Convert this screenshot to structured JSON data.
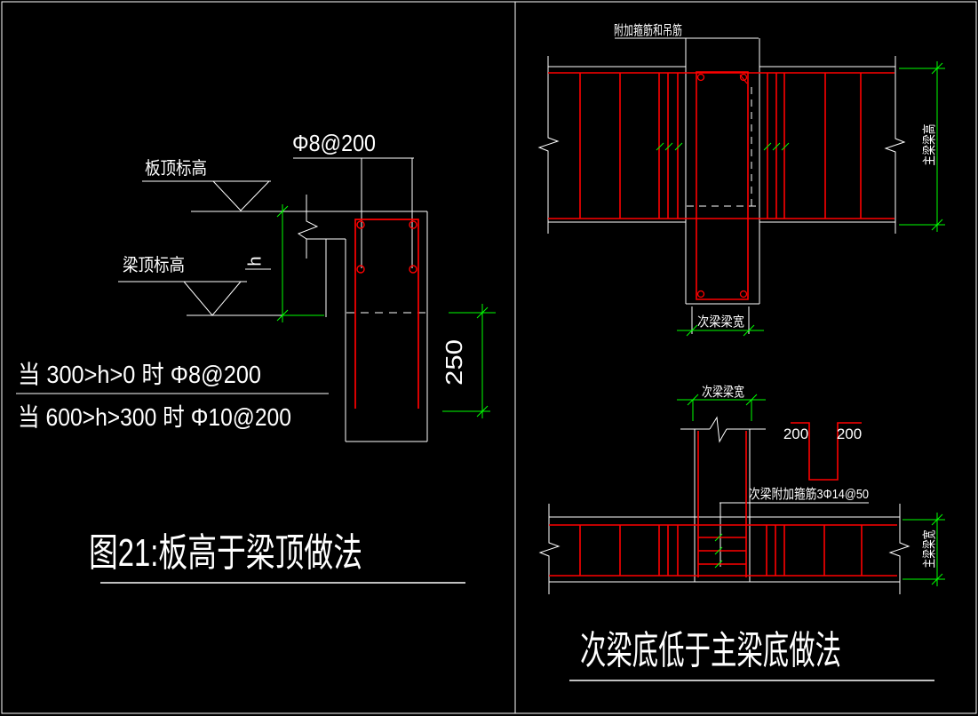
{
  "colors": {
    "background": "#000000",
    "outline_lines": "#ffffff",
    "rebar_lines": "#ff0000",
    "dimension_lines": "#00ff00"
  },
  "left_detail": {
    "top_rebar_note": "Φ8@200",
    "slab_top_elevation_label": "板顶标高",
    "beam_top_elevation_label": "梁顶标高",
    "height_var_label": "h",
    "embed_depth_dim": "250",
    "rule_1": "当 300>h>0 时 Φ8@200",
    "rule_2": "当 600>h>300 时 Φ10@200",
    "title": "图21:板高于梁顶做法"
  },
  "right_top_detail": {
    "leader_note": "附加箍筋和吊筋",
    "secondary_beam_width_label": "次梁梁宽",
    "main_beam_height_label": "主梁梁高"
  },
  "right_bottom_detail": {
    "secondary_beam_width_label": "次梁梁宽",
    "hanger_left_dim": "200",
    "hanger_right_dim": "200",
    "stirrup_note": "次梁附加箍筋3Φ14@50",
    "main_beam_width_label": "主梁梁宽",
    "title": "次梁底低于主梁底做法"
  }
}
